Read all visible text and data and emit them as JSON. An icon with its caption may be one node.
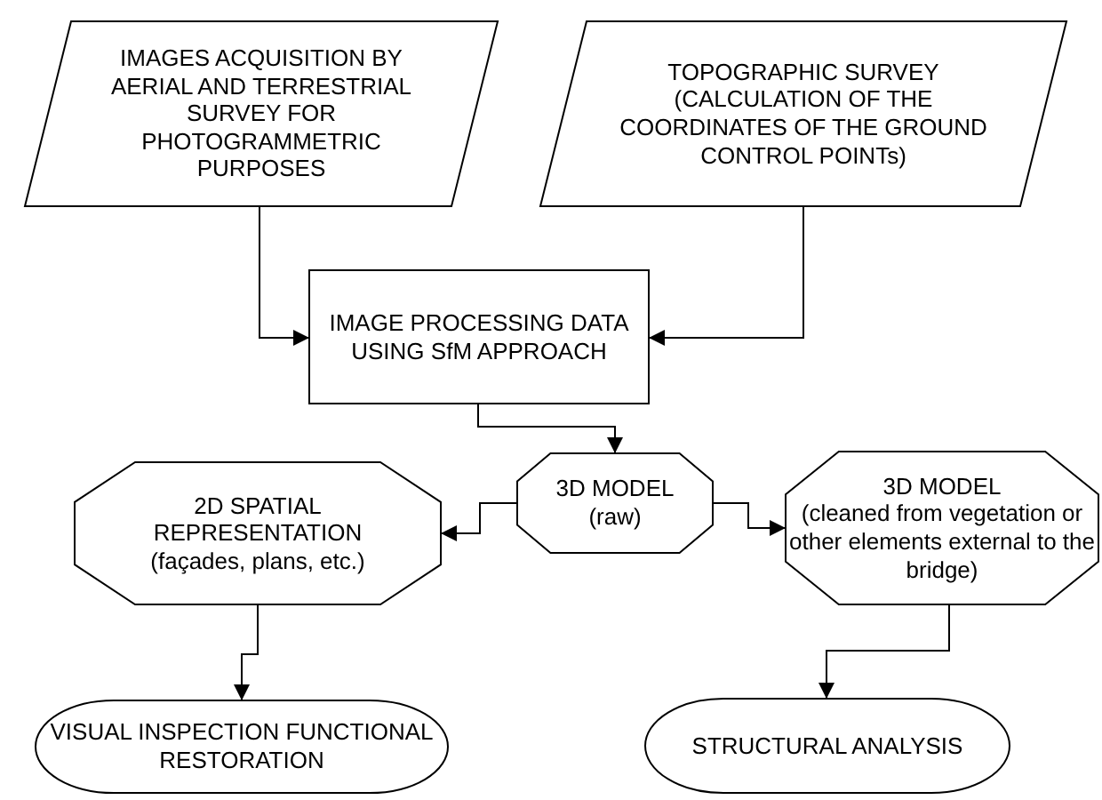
{
  "diagram": {
    "nodes": [
      {
        "text": [
          "IMAGES ACQUISITION BY AERIAL AND TERRESTRIAL SURVEY FOR PHOTOGRAMMETRIC PURPOSES"
        ]
      },
      {
        "text": [
          "TOPOGRAPHIC SURVEY (CALCULATION OF THE COORDINATES OF THE GROUND CONTROL POINTs)"
        ]
      },
      {
        "text": [
          "IMAGE PROCESSING DATA USING SfM APPROACH"
        ]
      },
      {
        "text": [
          "3D MODEL",
          "(raw)"
        ]
      },
      {
        "text": [
          "2D SPATIAL REPRESENTATION",
          "(façades, plans, etc.)"
        ]
      },
      {
        "text": [
          "3D MODEL",
          "(cleaned from vegetation or other elements external to the bridge)"
        ]
      },
      {
        "text": [
          "VISUAL INSPECTION FUNCTIONAL RESTORATION"
        ]
      },
      {
        "text": [
          "STRUCTURAL ANALYSIS"
        ]
      }
    ],
    "edges": [
      {
        "from": 0,
        "to": 2,
        "arrow": "to"
      },
      {
        "from": 1,
        "to": 2,
        "arrow": "to"
      },
      {
        "from": 2,
        "to": 3,
        "arrow": "to"
      },
      {
        "from": 3,
        "to": 4,
        "arrow": "to"
      },
      {
        "from": 3,
        "to": 5,
        "arrow": "to"
      },
      {
        "from": 4,
        "to": 6,
        "arrow": "to"
      },
      {
        "from": 5,
        "to": 7,
        "arrow": "to"
      }
    ]
  }
}
